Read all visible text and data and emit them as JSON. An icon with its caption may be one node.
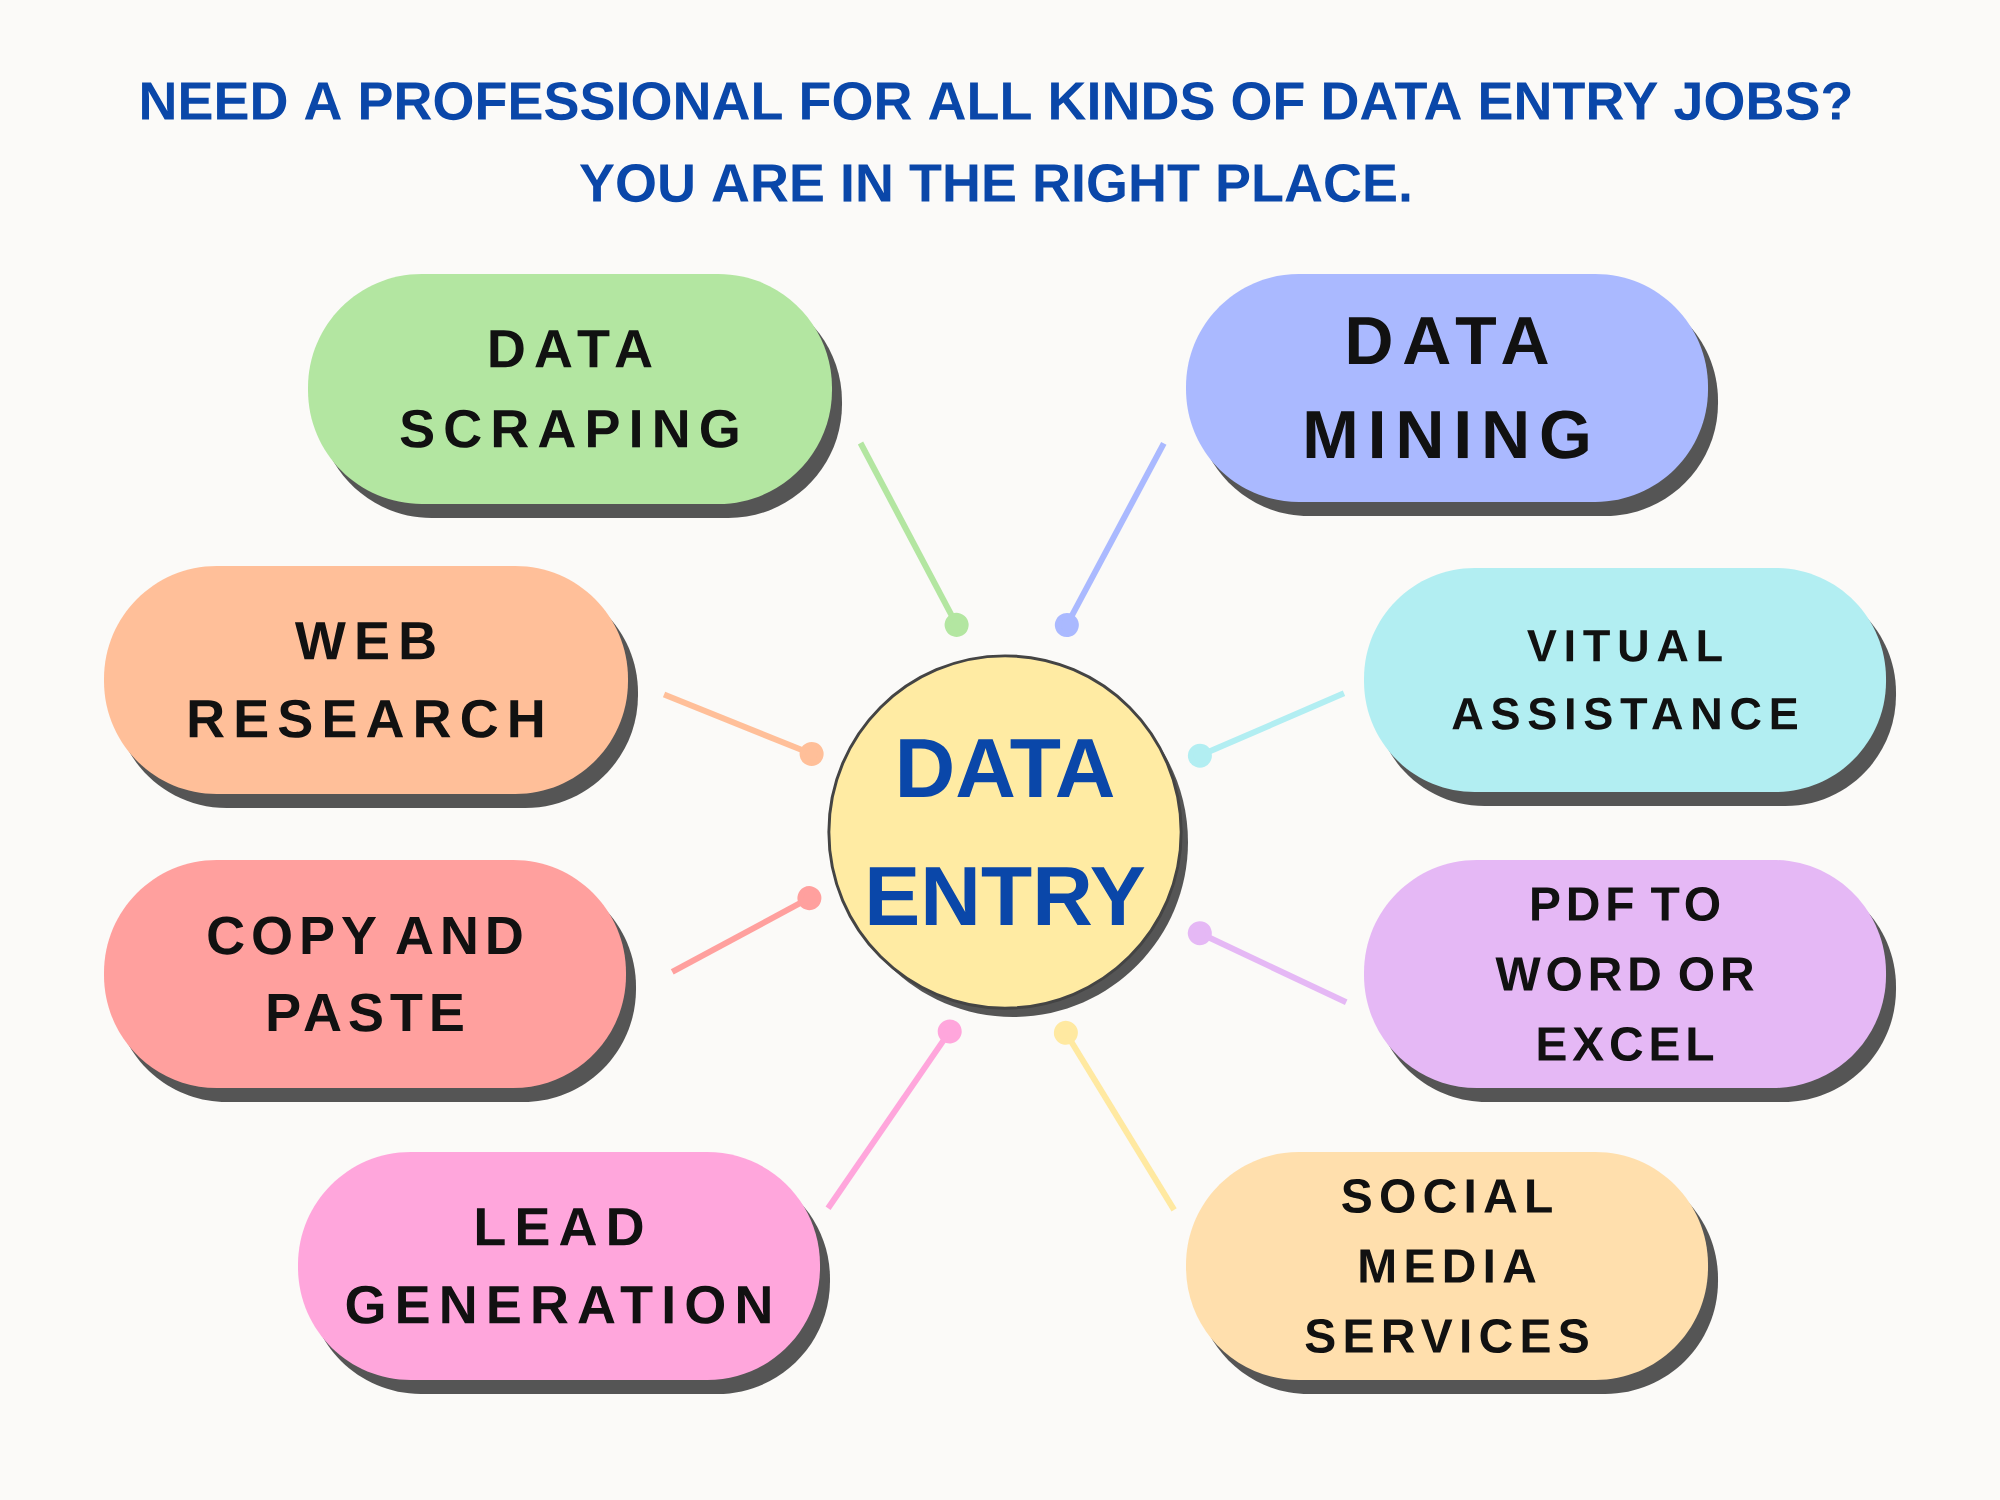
{
  "diagram": {
    "title": "NEED A PROFESSIONAL FOR ALL KINDS OF DATA ENTRY JOBS? YOU ARE IN THE RIGHT PLACE.",
    "nodes": [
      {
        "text": [
          "DATA SCRAPING"
        ]
      },
      {
        "text": [
          "DATA MINING"
        ]
      },
      {
        "text": [
          "WEB RESEARCH"
        ]
      },
      {
        "text": [
          "DATA ENTRY"
        ]
      },
      {
        "text": [
          "VITUAL ASSISTANCE"
        ]
      },
      {
        "text": [
          "COPY AND PASTE"
        ]
      },
      {
        "text": [
          "PDF TO WORD OR EXCEL"
        ]
      },
      {
        "text": [
          "LEAD GENERATION"
        ]
      },
      {
        "text": [
          "SOCIAL MEDIA SERVICES"
        ]
      }
    ],
    "edges": [
      {
        "from": 0,
        "to": 3,
        "arrow": "other",
        "color": "#b3e6a1"
      },
      {
        "from": 1,
        "to": 3,
        "arrow": "other",
        "color": "#aab9ff"
      },
      {
        "from": 2,
        "to": 3,
        "arrow": "other",
        "color": "#ffbf99"
      },
      {
        "from": 4,
        "to": 3,
        "arrow": "other",
        "color": "#b2eef2"
      },
      {
        "from": 5,
        "to": 3,
        "arrow": "other",
        "color": "#ffa09e"
      },
      {
        "from": 6,
        "to": 3,
        "arrow": "other",
        "color": "#e5b8f5"
      },
      {
        "from": 7,
        "to": 3,
        "arrow": "other",
        "color": "#ffa6dc"
      },
      {
        "from": 8,
        "to": 3,
        "arrow": "other",
        "color": "#ffe9a1"
      }
    ]
  }
}
